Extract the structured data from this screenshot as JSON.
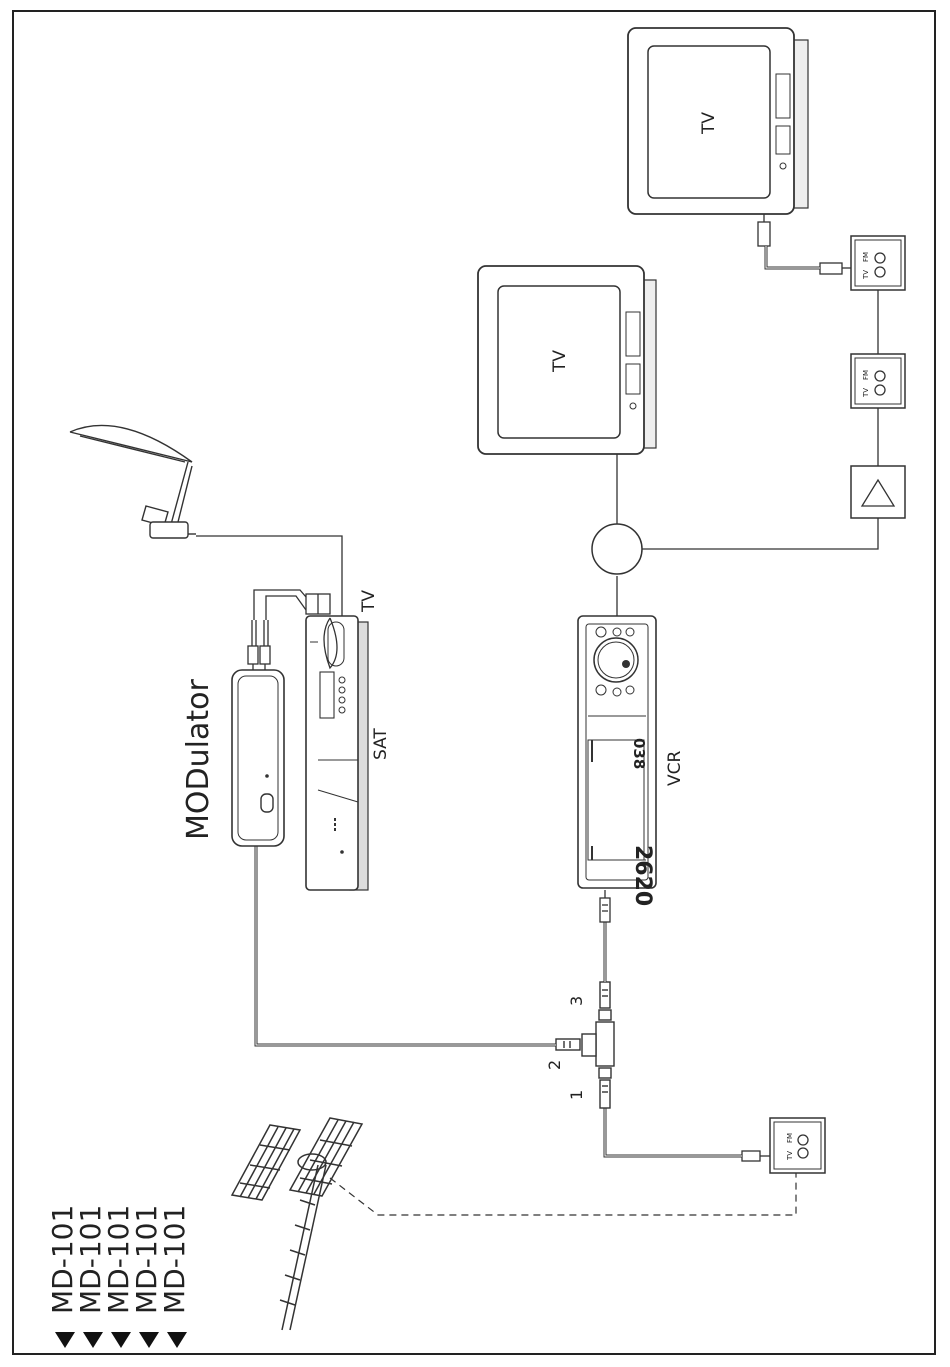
{
  "product": {
    "models": [
      "MD-101",
      "MD-101",
      "MD-101",
      "MD-101",
      "MD-101"
    ]
  },
  "labels": {
    "modulator": "MODulator",
    "sat": "SAT",
    "tv_scart": "TV",
    "vcr": "VCR",
    "tv_left": "TV",
    "tv_right": "TV",
    "port1": "1",
    "port2": "2",
    "port3": "3",
    "socket_tv": "TV",
    "socket_fm": "FM",
    "vcr_display_main": "2620",
    "vcr_display_small": "038"
  },
  "colors": {
    "line": "#333333",
    "device_fill": "#e6e6e6",
    "screen_fill": "#d4d4d4"
  }
}
